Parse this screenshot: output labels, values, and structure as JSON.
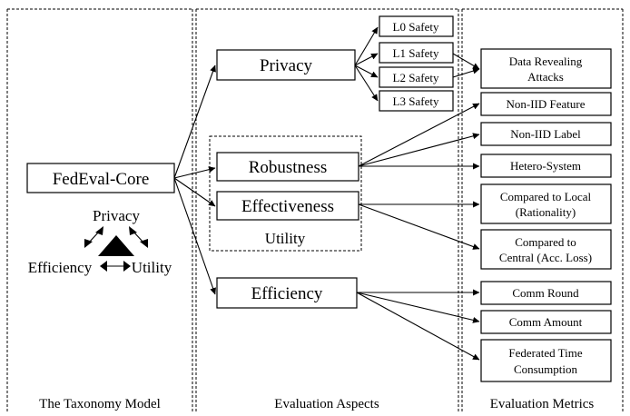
{
  "panels": {
    "taxonomy": "The Taxonomy Model",
    "aspects": "Evaluation Aspects",
    "metrics": "Evaluation Metrics"
  },
  "core": {
    "label": "FedEval-Core",
    "triangle": {
      "top": "Privacy",
      "left": "Efficiency",
      "right": "Utility"
    }
  },
  "aspects": {
    "privacy": "Privacy",
    "robustness": "Robustness",
    "effectiveness": "Effectiveness",
    "utility_group": "Utility",
    "efficiency": "Efficiency"
  },
  "safety_levels": [
    "L0 Safety",
    "L1 Safety",
    "L2 Safety",
    "L3 Safety"
  ],
  "metrics": {
    "data_revealing": [
      "Data Revealing",
      "Attacks"
    ],
    "non_iid_feature": "Non-IID Feature",
    "non_iid_label": "Non-IID Label",
    "hetero_system": "Hetero-System",
    "compared_local": [
      "Compared to Local",
      "(Rationality)"
    ],
    "compared_central": [
      "Compared to",
      "Central (Acc. Loss)"
    ],
    "comm_round": "Comm Round",
    "comm_amount": "Comm Amount",
    "federated_time": [
      "Federated Time",
      "Consumption"
    ]
  }
}
